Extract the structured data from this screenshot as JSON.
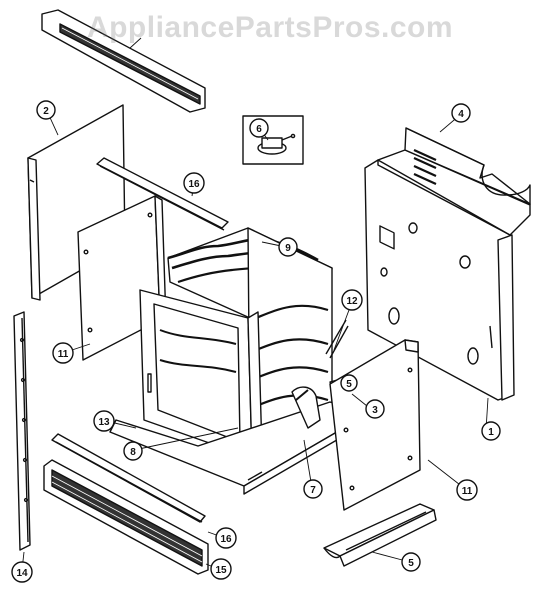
{
  "watermark": "AppliancePartsPros.com",
  "colors": {
    "line": "#111111",
    "paper": "#ffffff",
    "watermark": "#9a9a9a"
  },
  "callouts": [
    {
      "id": "c1",
      "label": "1"
    },
    {
      "id": "c2",
      "label": "2"
    },
    {
      "id": "c3",
      "label": "3"
    },
    {
      "id": "c4",
      "label": "4"
    },
    {
      "id": "c5a",
      "label": "5"
    },
    {
      "id": "c5b",
      "label": "5"
    },
    {
      "id": "c6",
      "label": "6"
    },
    {
      "id": "c7",
      "label": "7"
    },
    {
      "id": "c8",
      "label": "8"
    },
    {
      "id": "c9",
      "label": "9"
    },
    {
      "id": "c11a",
      "label": "11"
    },
    {
      "id": "c11b",
      "label": "11"
    },
    {
      "id": "c12",
      "label": "12"
    },
    {
      "id": "c13",
      "label": "13"
    },
    {
      "id": "c14",
      "label": "14"
    },
    {
      "id": "c15",
      "label": "15"
    },
    {
      "id": "c16a",
      "label": "16"
    },
    {
      "id": "c16b",
      "label": "16"
    }
  ]
}
